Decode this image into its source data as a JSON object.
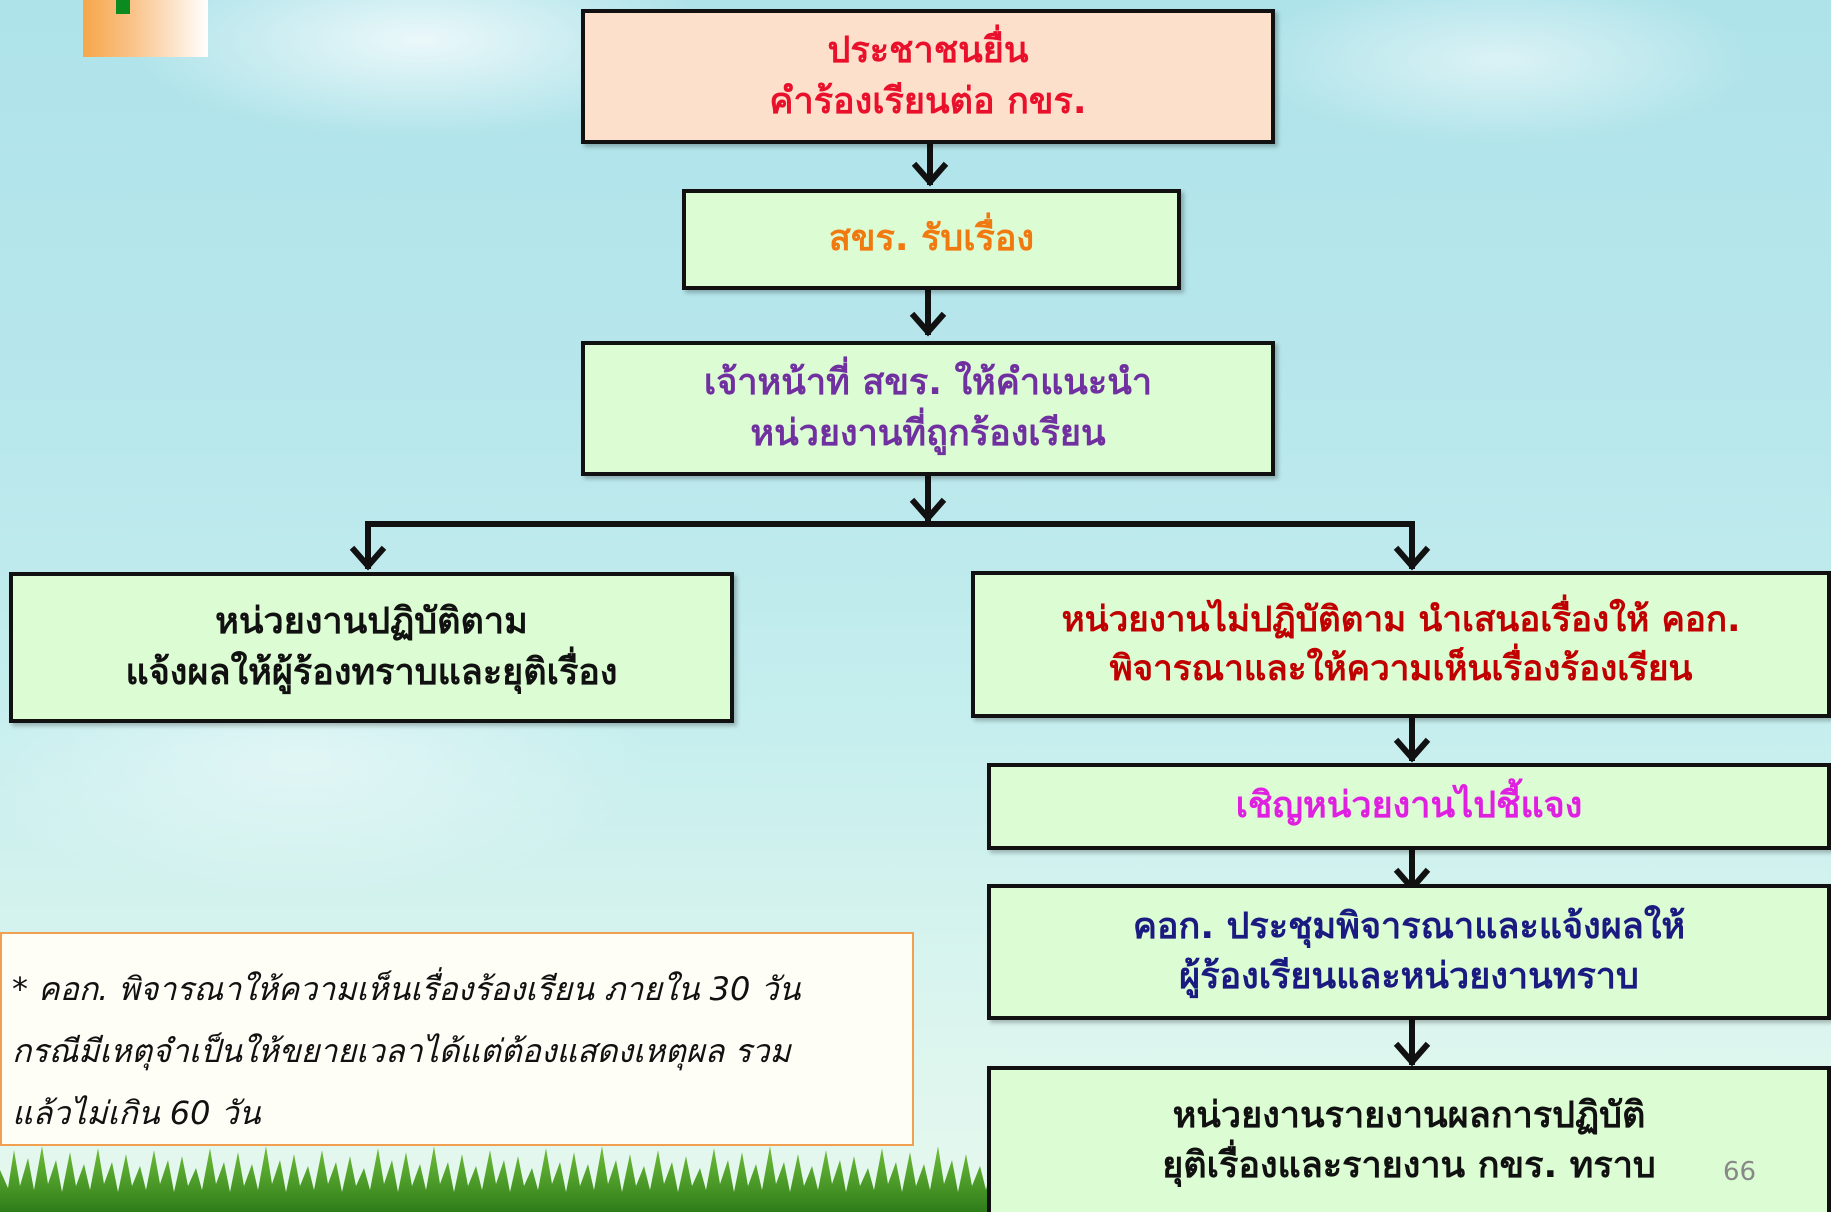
{
  "diagram": {
    "box_submit": {
      "line1": "ประชาชนยื่น",
      "line2": "คำร้องเรียนต่อ กขร.",
      "color": "#e8102a"
    },
    "box_receive": {
      "line1": "สขร. รับเรื่อง",
      "color": "#f07a10"
    },
    "box_advise": {
      "line1": "เจ้าหน้าที่ สขร. ให้คำแนะนำ",
      "line2": "หน่วยงานที่ถูกร้องเรียน",
      "color": "#7030a0"
    },
    "box_comply": {
      "line1": "หน่วยงานปฏิบัติตาม",
      "line2": "แจ้งผลให้ผู้ร้องทราบและยุติเรื่อง",
      "color": "#111111"
    },
    "box_not_comply": {
      "line1": "หน่วยงานไม่ปฏิบัติตาม นำเสนอเรื่องให้ คอก.",
      "line2": "พิจารณาและให้ความเห็นเรื่องร้องเรียน",
      "color": "#c00000"
    },
    "box_invite": {
      "line1": "เชิญหน่วยงานไปชี้แจง",
      "color": "#e020e0"
    },
    "box_meeting": {
      "line1": "คอก. ประชุมพิจารณาและแจ้งผลให้",
      "line2": "ผู้ร้องเรียนและหน่วยงานทราบ",
      "color": "#1a1a80"
    },
    "box_report": {
      "line1": "หน่วยงานรายงานผลการปฏิบัติ",
      "line2": "ยุติเรื่องและรายงาน กขร. ทราบ",
      "color": "#111111"
    }
  },
  "note": {
    "line1": "* คอก. พิจารณาให้ความเห็นเรื่องร้องเรียน ภายใน 30 วัน",
    "line2": "กรณีมีเหตุจำเป็นให้ขยายเวลาได้แต่ต้องแสดงเหตุผล รวม",
    "line3": "แล้วไม่เกิน 60 วัน"
  },
  "page_number": "66"
}
